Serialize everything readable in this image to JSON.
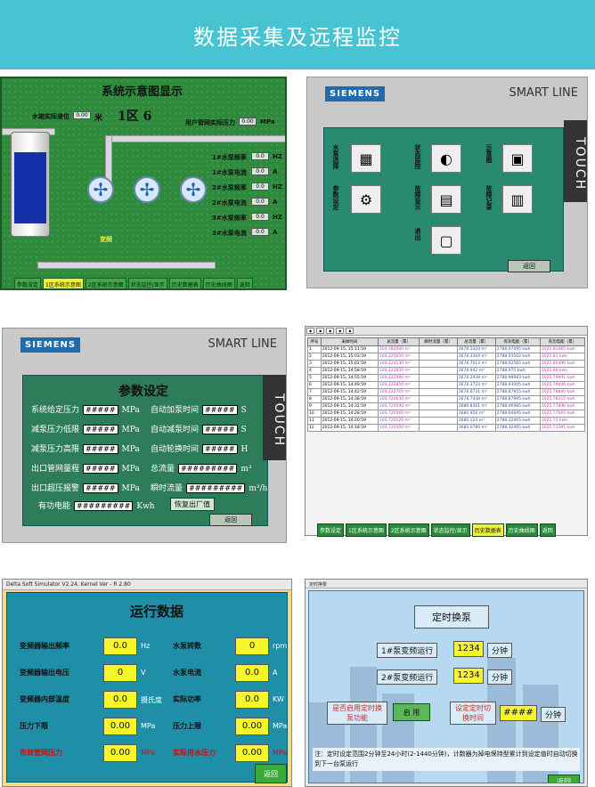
{
  "banner": {
    "title": "数据采集及远程监控"
  },
  "p1": {
    "title": "系统示意图显示",
    "water_level_label": "水箱实际液位",
    "water_level_value": "0.00",
    "water_level_unit": "米",
    "zone": "1区 6",
    "pressure_label": "用户管网实际压力",
    "pressure_value": "0.00",
    "pressure_unit": "MPa",
    "pump_status": [
      {
        "label": "1#水泵频率",
        "value": "0.0",
        "unit": "HZ"
      },
      {
        "label": "1#水泵电流",
        "value": "0.0",
        "unit": "A"
      },
      {
        "label": "2#水泵频率",
        "value": "0.0",
        "unit": "HZ"
      },
      {
        "label": "2#水泵电流",
        "value": "0.0",
        "unit": "A"
      },
      {
        "label": "3#水泵频率",
        "value": "0.0",
        "unit": "HZ"
      },
      {
        "label": "3#水泵电流",
        "value": "0.0",
        "unit": "A"
      }
    ],
    "flow_label": "变频",
    "nav": [
      "参数设定",
      "1区系统示意图",
      "2区系统示意图",
      "状态监控/显示",
      "历史数据表",
      "历史曲线图",
      "返回"
    ]
  },
  "p2": {
    "brand": "SIEMENS",
    "model": "SMART LINE",
    "touch": "TOUCH",
    "items": [
      "水泵选择",
      "状态监控",
      "示意图",
      "参数设定",
      "故障显示",
      "故障记录",
      "退出"
    ],
    "back": "返回"
  },
  "p3": {
    "brand": "SIEMENS",
    "model": "SMART LINE",
    "touch": "TOUCH",
    "title": "参数设定",
    "rows": [
      {
        "l1": "系统给定压力",
        "v1": "#####",
        "u1": "MPa",
        "l2": "自动加泵时间",
        "v2": "#####",
        "u2": "S"
      },
      {
        "l1": "减泵压力低限",
        "v1": "#####",
        "u1": "MPa",
        "l2": "自动减泵时间",
        "v2": "#####",
        "u2": "S"
      },
      {
        "l1": "减泵压力高限",
        "v1": "#####",
        "u1": "MPa",
        "l2": "自动轮换时间",
        "v2": "#####",
        "u2": "H"
      },
      {
        "l1": "出口管网量程",
        "v1": "#####",
        "u1": "MPa",
        "l2": "总流量",
        "v2": "#########",
        "u2": "m³"
      },
      {
        "l1": "出口超压报警",
        "v1": "#####",
        "u1": "MPa",
        "l2": "瞬时流量",
        "v2": "#########",
        "u2": "m³/h"
      }
    ],
    "energy_label": "有功电能",
    "energy_value": "#########",
    "energy_unit": "Kwh",
    "reset": "恢复出厂值",
    "back": "返回"
  },
  "p4": {
    "headers": [
      "序号",
      "采样时间",
      "总流量（累）",
      "瞬时流量（累）",
      "总流量（累）",
      "有功电能（累）",
      "有功电能（累）"
    ],
    "rows": [
      [
        "1",
        "2012-09-15, 15:11:59",
        "104.782090 m³",
        "",
        "3678.1420 m³",
        "2788.07495 kwh",
        "1025.81065 kwh"
      ],
      [
        "2",
        "2012-09-15, 15:03:59",
        "104.225050 m³",
        "",
        "3678.3364 m³",
        "2788.03502 kwh",
        "1025.81 kwh"
      ],
      [
        "3",
        "2012-09-15, 15:02:59",
        "104.224130 m³",
        "",
        "3678.7013 m³",
        "2788.02565 kwh",
        "1025.80496 kwh"
      ],
      [
        "4",
        "2012-09-15, 14:58:59",
        "104.223850 m³",
        "",
        "3678.942 m³",
        "2788.975 kwh",
        "1025.80 kwh"
      ],
      [
        "5",
        "2012-09-15, 14:55:59",
        "104.222980 m³",
        "",
        "3678.2938 m³",
        "2788.98983 kwh",
        "1025.79991 kwh"
      ],
      [
        "6",
        "2012-09-15, 14:49:59",
        "104.222850 m³",
        "",
        "3678.3723 m³",
        "2788.93005 kwh",
        "1025.79406 kwh"
      ],
      [
        "7",
        "2012-09-15, 14:42:59",
        "104.222760 m³",
        "",
        "3678.8731 m³",
        "2788.87955 kwh",
        "1025.78840 kwh"
      ],
      [
        "8",
        "2012-09-15, 14:38:59",
        "104.720630 m³",
        "",
        "3678.7448 m³",
        "2788.87995 kwh",
        "1025.78315 kwh"
      ],
      [
        "9",
        "2012-09-15, 14:32:59",
        "104.720590 m³",
        "",
        "3680.8361 m³",
        "2788.46985 kwh",
        "1025.77896 kwh"
      ],
      [
        "10",
        "2012-09-15, 14:28:59",
        "104.720560 m³",
        "",
        "3680.956 m³",
        "2788.64695 kwh",
        "1025.77604 kwh"
      ],
      [
        "11",
        "2012-09-15, 14:20:59",
        "104.720520 m³",
        "",
        "3680.123 m³",
        "2788.32465 kwh",
        "1025.75 kwh"
      ],
      [
        "12",
        "2012-09-15, 14:18:59",
        "104.720500 m³",
        "",
        "3680.0780 m³",
        "2788.32465 kwh",
        "1025.73395 kwh"
      ]
    ],
    "nav": [
      "参数设定",
      "1区系统示意图",
      "2区系统示意图",
      "状态监控/显示",
      "历史数据表",
      "历史曲线图",
      "返回"
    ]
  },
  "p5": {
    "window_title": "Delta Soft Simulator V2.24, Kernel Ver - R 2.80",
    "title": "运行数据",
    "left": [
      {
        "label": "变频器输出频率",
        "value": "0.0",
        "unit": "Hz"
      },
      {
        "label": "变频器输出电压",
        "value": "0",
        "unit": "V"
      },
      {
        "label": "变频器内部温度",
        "value": "0.0",
        "unit": "摄氏度"
      },
      {
        "label": "压力下限",
        "value": "0.00",
        "unit": "MPa"
      },
      {
        "label": "市政管网压力",
        "value": "0.00",
        "unit": "MPa"
      }
    ],
    "right": [
      {
        "label": "水泵转数",
        "value": "0",
        "unit": "rpm"
      },
      {
        "label": "水泵电流",
        "value": "0.0",
        "unit": "A"
      },
      {
        "label": "实际功率",
        "value": "0.0",
        "unit": "KW"
      },
      {
        "label": "压力上限",
        "value": "0.00",
        "unit": "MPa"
      },
      {
        "label": "实际用水压力",
        "value": "0.00",
        "unit": "MPa"
      }
    ],
    "back": "返回"
  },
  "p6": {
    "window_title": "定时换泵",
    "title": "定时换泵",
    "row1_label": "1#泵变频运行",
    "row1_value": "1234",
    "row1_unit": "分钟",
    "row2_label": "2#泵变频运行",
    "row2_value": "1234",
    "row2_unit": "分钟",
    "enable_label": "是否启用定时换泵功能",
    "enable_btn": "启  用",
    "switch_label": "设定定时切换时间",
    "switch_value": "####",
    "switch_unit": "分钟",
    "note": "注：定时设定范围2分钟至24小时(2-1440分钟)，计数器为掉电保持型累计到设定值时自动切换到下一台泵运行",
    "back": "返回"
  }
}
